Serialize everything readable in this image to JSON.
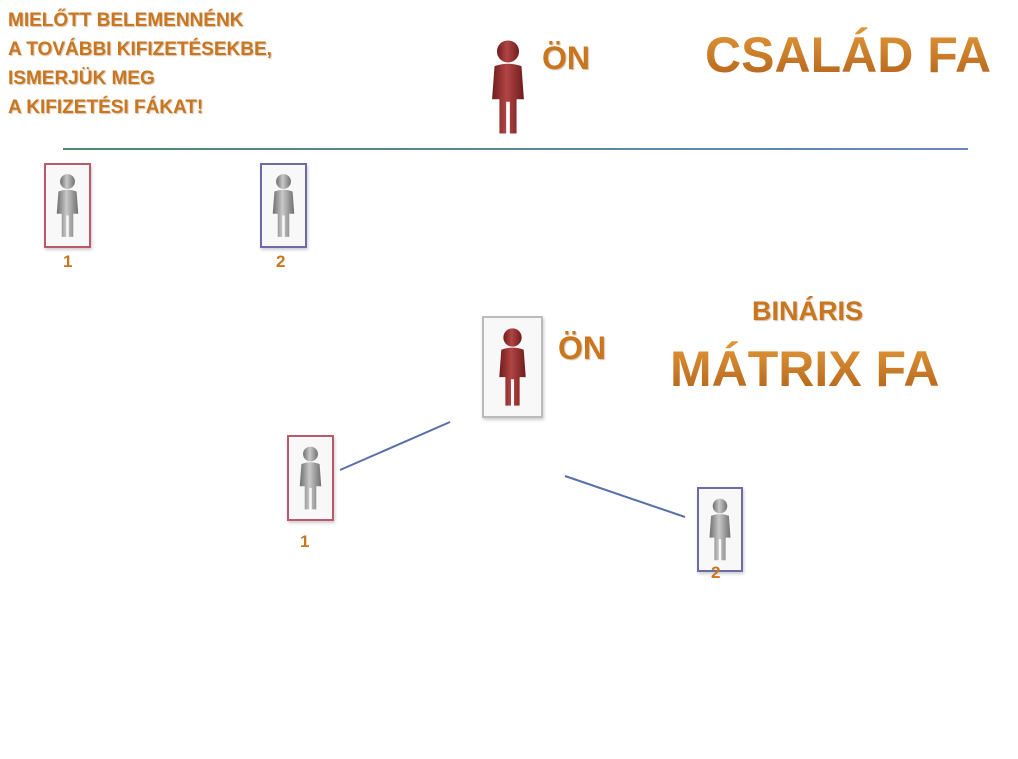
{
  "intro_lines": [
    "MIELŐTT BELEMENNÉNK",
    "A TOVÁBBI KIFIZETÉSEKBE,",
    "ISMERJÜK MEG",
    "A KIFIZETÉSI FÁKAT!"
  ],
  "family_tree": {
    "title": "CSALÁD FA",
    "you_label": "ÖN",
    "members": [
      "1",
      "2"
    ]
  },
  "binary_tree": {
    "subtitle": "BINÁRIS",
    "title": "MÁTRIX FA",
    "you_label": "ÖN",
    "members": [
      "1",
      "2"
    ]
  },
  "colors": {
    "text": "#c9761e",
    "you": "#8e2a2a",
    "member": "#9a9a9a",
    "line": "#5a6ea8"
  }
}
